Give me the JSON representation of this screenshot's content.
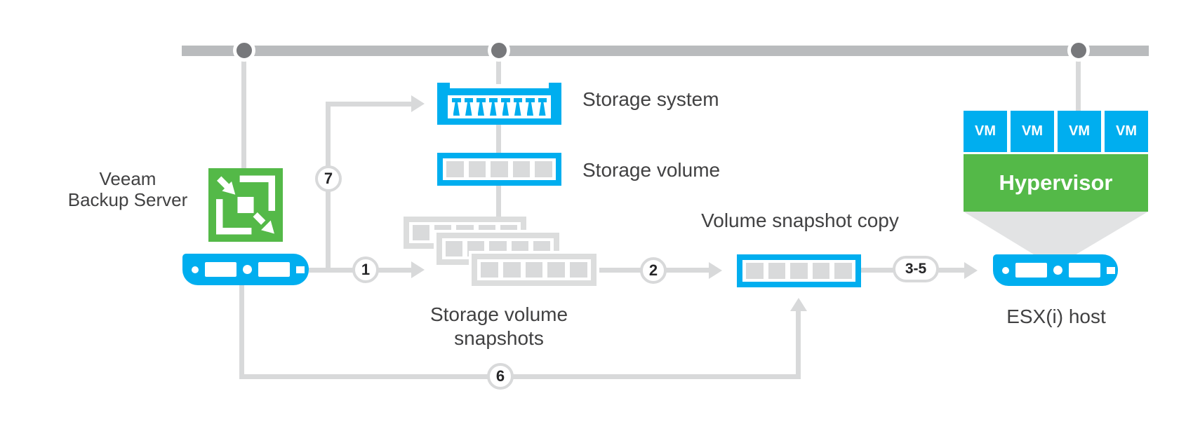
{
  "colors": {
    "blue": "#00aeef",
    "green": "#54b948",
    "bar_gray": "#b9bbbd",
    "dot_gray": "#77787b",
    "line_gray": "#d8d9da",
    "snapshot_gray": "#dcdddd",
    "inner_square_gray": "#d9dadb",
    "text": "#414142"
  },
  "nodes": {
    "veeam_server": {
      "label_line1": "Veeam",
      "label_line2": "Backup Server"
    },
    "storage_system": {
      "label": "Storage system"
    },
    "storage_volume": {
      "label": "Storage volume"
    },
    "storage_volume_snapshots": {
      "label_line1": "Storage volume",
      "label_line2": "snapshots"
    },
    "volume_snapshot_copy": {
      "label": "Volume snapshot copy"
    },
    "esx_host": {
      "label": "ESX(i) host",
      "hypervisor_label": "Hypervisor",
      "vm_labels": [
        "VM",
        "VM",
        "VM",
        "VM"
      ]
    }
  },
  "steps": {
    "s1": "1",
    "s2": "2",
    "s35": "3-5",
    "s6": "6",
    "s7": "7"
  }
}
